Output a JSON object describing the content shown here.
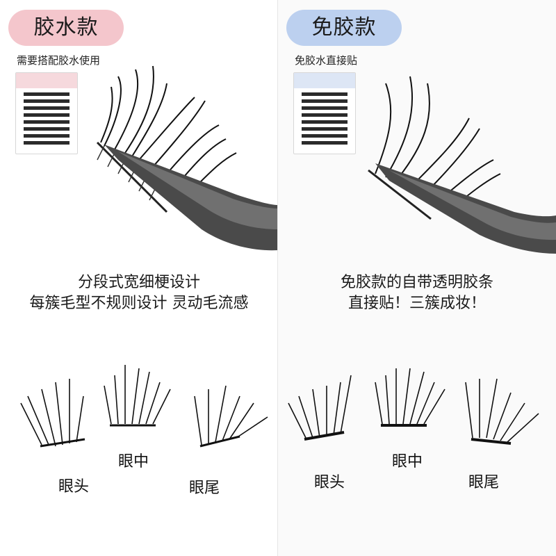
{
  "left": {
    "title": "胶水款",
    "note": "需要搭配胶水使用",
    "desc_line1": "分段式宽细梗设计",
    "desc_line2": "每簇毛型不规则设计 灵动毛流感",
    "labels": {
      "head": "眼头",
      "middle": "眼中",
      "tail": "眼尾"
    }
  },
  "right": {
    "title": "免胶款",
    "note": "免胶水直接贴",
    "desc_line1": "免胶款的自带透明胶条",
    "desc_line2": "直接贴！三簇成妆！",
    "labels": {
      "head": "眼头",
      "middle": "眼中",
      "tail": "眼尾"
    }
  },
  "colors": {
    "left_pill": "#f4c6cc",
    "right_pill": "#bcd0ef",
    "left_box_header": "#f6d9dd",
    "right_box_header": "#dde6f5"
  }
}
